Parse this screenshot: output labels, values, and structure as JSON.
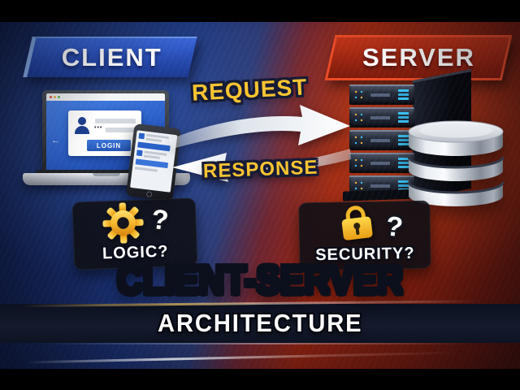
{
  "header": {
    "client_label": "CLIENT",
    "server_label": "SERVER"
  },
  "flow": {
    "request_label": "REQUEST",
    "response_label": "RESPONSE"
  },
  "badges": {
    "logic": {
      "label": "LOGIC?",
      "question_mark": "?",
      "icon": "gear-icon"
    },
    "security": {
      "label": "SECURITY?",
      "question_mark": "?",
      "icon": "padlock-icon"
    }
  },
  "title": {
    "line1": "CLIENT-SERVER",
    "line2": "ARCHITECTURE"
  },
  "laptop": {
    "login_button_label": "LOGIN",
    "password_dots": "•••",
    "back_arrow_glyph": "←"
  },
  "colors": {
    "client_banner_blue": "#2a52c0",
    "server_banner_red": "#a8260f",
    "background_blue": "#1b347c",
    "background_red": "#96230f",
    "accent_yellow": "#f8c431",
    "title_gold": "#f5b821",
    "arrow_silver": "#eef1f5",
    "led_cyan": "#38c0f0",
    "led_amber": "#e8b440",
    "login_button_blue": "#2a62c8"
  }
}
